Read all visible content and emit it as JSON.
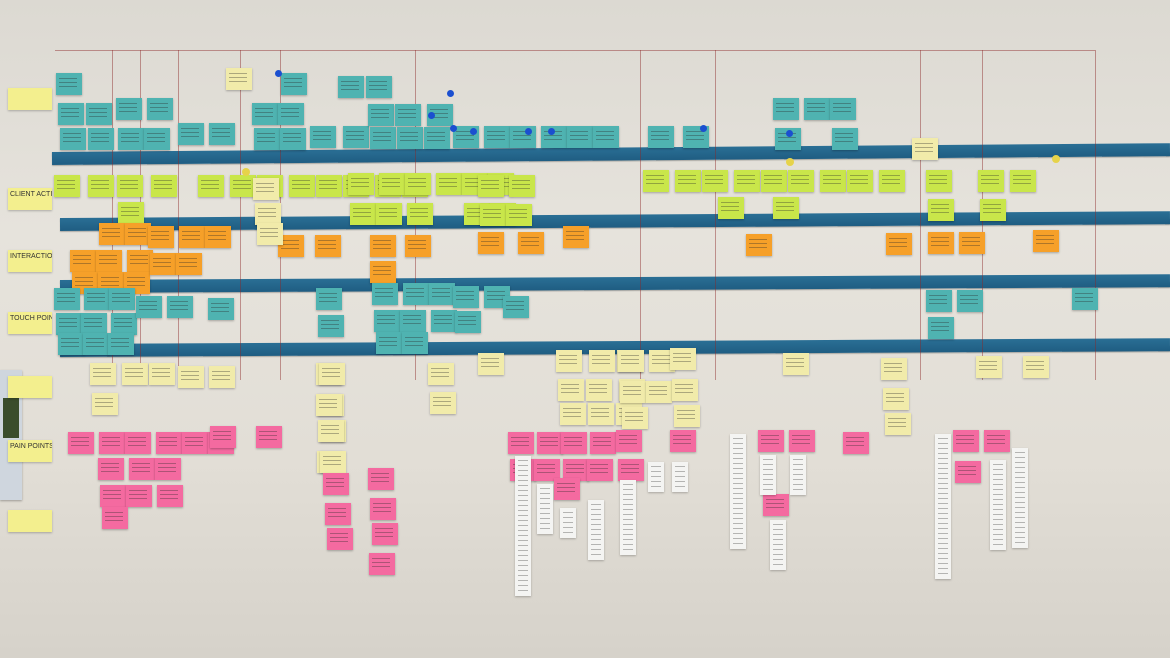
{
  "image": {
    "description_free": true,
    "palette": {
      "wall": "#e2ded6",
      "band": "#1f5d82",
      "teal": "#4fb3b1",
      "lime": "#c9e64a",
      "orange": "#f6a029",
      "pale_yellow": "#f1ebaa",
      "pink": "#f46aa0",
      "paper": "#f4f4f2",
      "pin": "#1b4fd0"
    },
    "row_labels": [
      {
        "text": ""
      },
      {
        "text": "CLIENT ACTIVITIES"
      },
      {
        "text": "INTERACTIONS"
      },
      {
        "text": "TOUCH POINTS"
      },
      {
        "text": ""
      },
      {
        "text": "PAIN POINTS"
      },
      {
        "text": ""
      }
    ]
  }
}
